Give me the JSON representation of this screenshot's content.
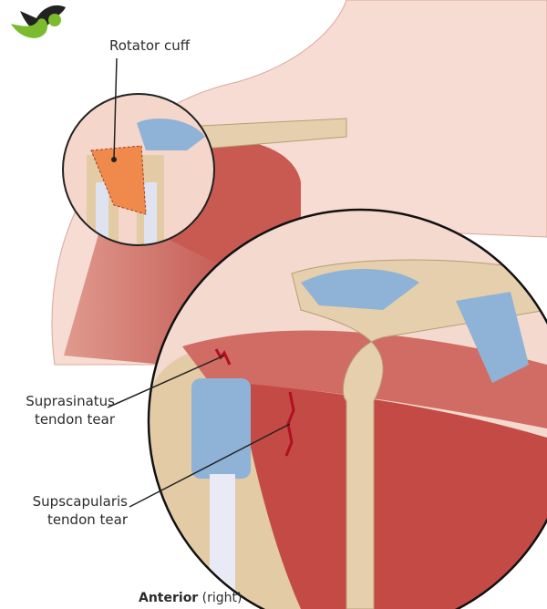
{
  "logo": {
    "name": "logo-mark"
  },
  "labels": {
    "rotator_cuff": "Rotator cuff",
    "supraspinatus_line1": "Suprasinatus",
    "supraspinatus_line2": "tendon tear",
    "subscapularis_line1": "Supscapularis",
    "subscapularis_line2": "tendon tear",
    "view_bold": "Anterior",
    "view_rest": " (right)"
  },
  "colors": {
    "skin": "#f3d3c8",
    "muscle": "#c9524c",
    "tendon": "#8fb3d6",
    "bone": "#e3cba5",
    "tear": "#b01020",
    "logo_green": "#7dbb2e"
  }
}
